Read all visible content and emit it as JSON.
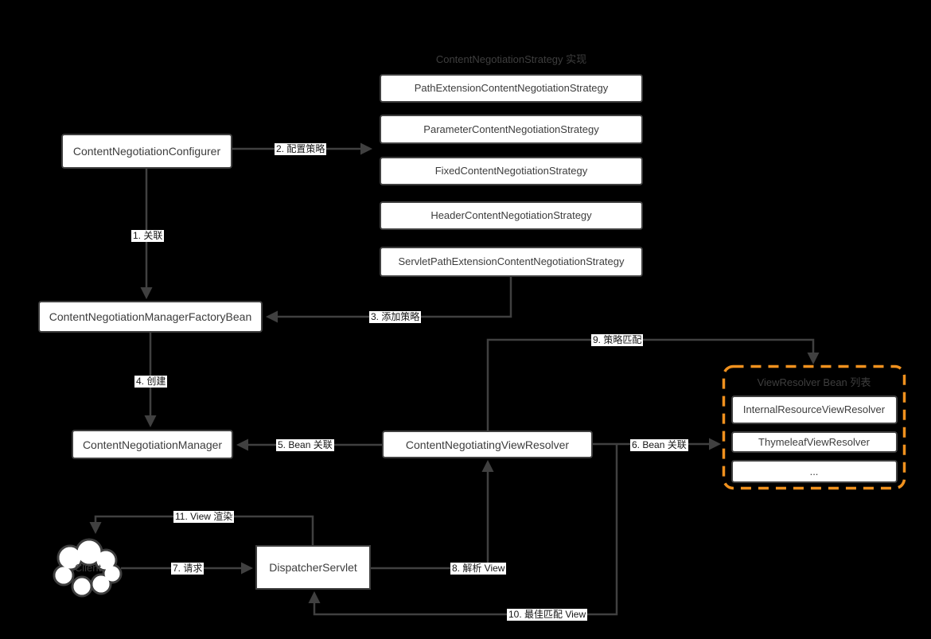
{
  "diagram": {
    "background": "#000000",
    "titles": {
      "strategy_group": "ContentNegotiationStrategy 实现",
      "viewresolver_group": "ViewResolver Bean 列表"
    },
    "nodes": {
      "configurer": "ContentNegotiationConfigurer",
      "factory_bean": "ContentNegotiationManagerFactoryBean",
      "manager": "ContentNegotiationManager",
      "negotiating_view_resolver": "ContentNegotiatingViewResolver",
      "dispatcher_servlet": "DispatcherServlet",
      "client": "Client",
      "strategies": [
        "PathExtensionContentNegotiationStrategy",
        "ParameterContentNegotiationStrategy",
        "FixedContentNegotiationStrategy",
        "HeaderContentNegotiationStrategy",
        "ServletPathExtensionContentNegotiationStrategy"
      ],
      "view_resolvers": [
        "InternalResourceViewResolver",
        "ThymeleafViewResolver",
        "..."
      ]
    },
    "edge_labels": {
      "e1": "1. 关联",
      "e2": "2. 配置策略",
      "e3": "3. 添加策略",
      "e4": "4. 创建",
      "e5": "5. Bean 关联",
      "e6": "6. Bean 关联",
      "e7": "7. 请求",
      "e8": "8. 解析 View",
      "e9": "9. 策略匹配",
      "e10": "10. 最佳匹配 View",
      "e11": "11. View 渲染"
    },
    "colors": {
      "line": "#404040",
      "box_border": "#3f3f3f",
      "box_fill": "#ffffff",
      "box_text": "#3d3d3d",
      "muted_title": "#3e3e3e",
      "accent_orange": "#F0911E",
      "label_bg": "#ffffff",
      "label_text": "#161616"
    }
  }
}
